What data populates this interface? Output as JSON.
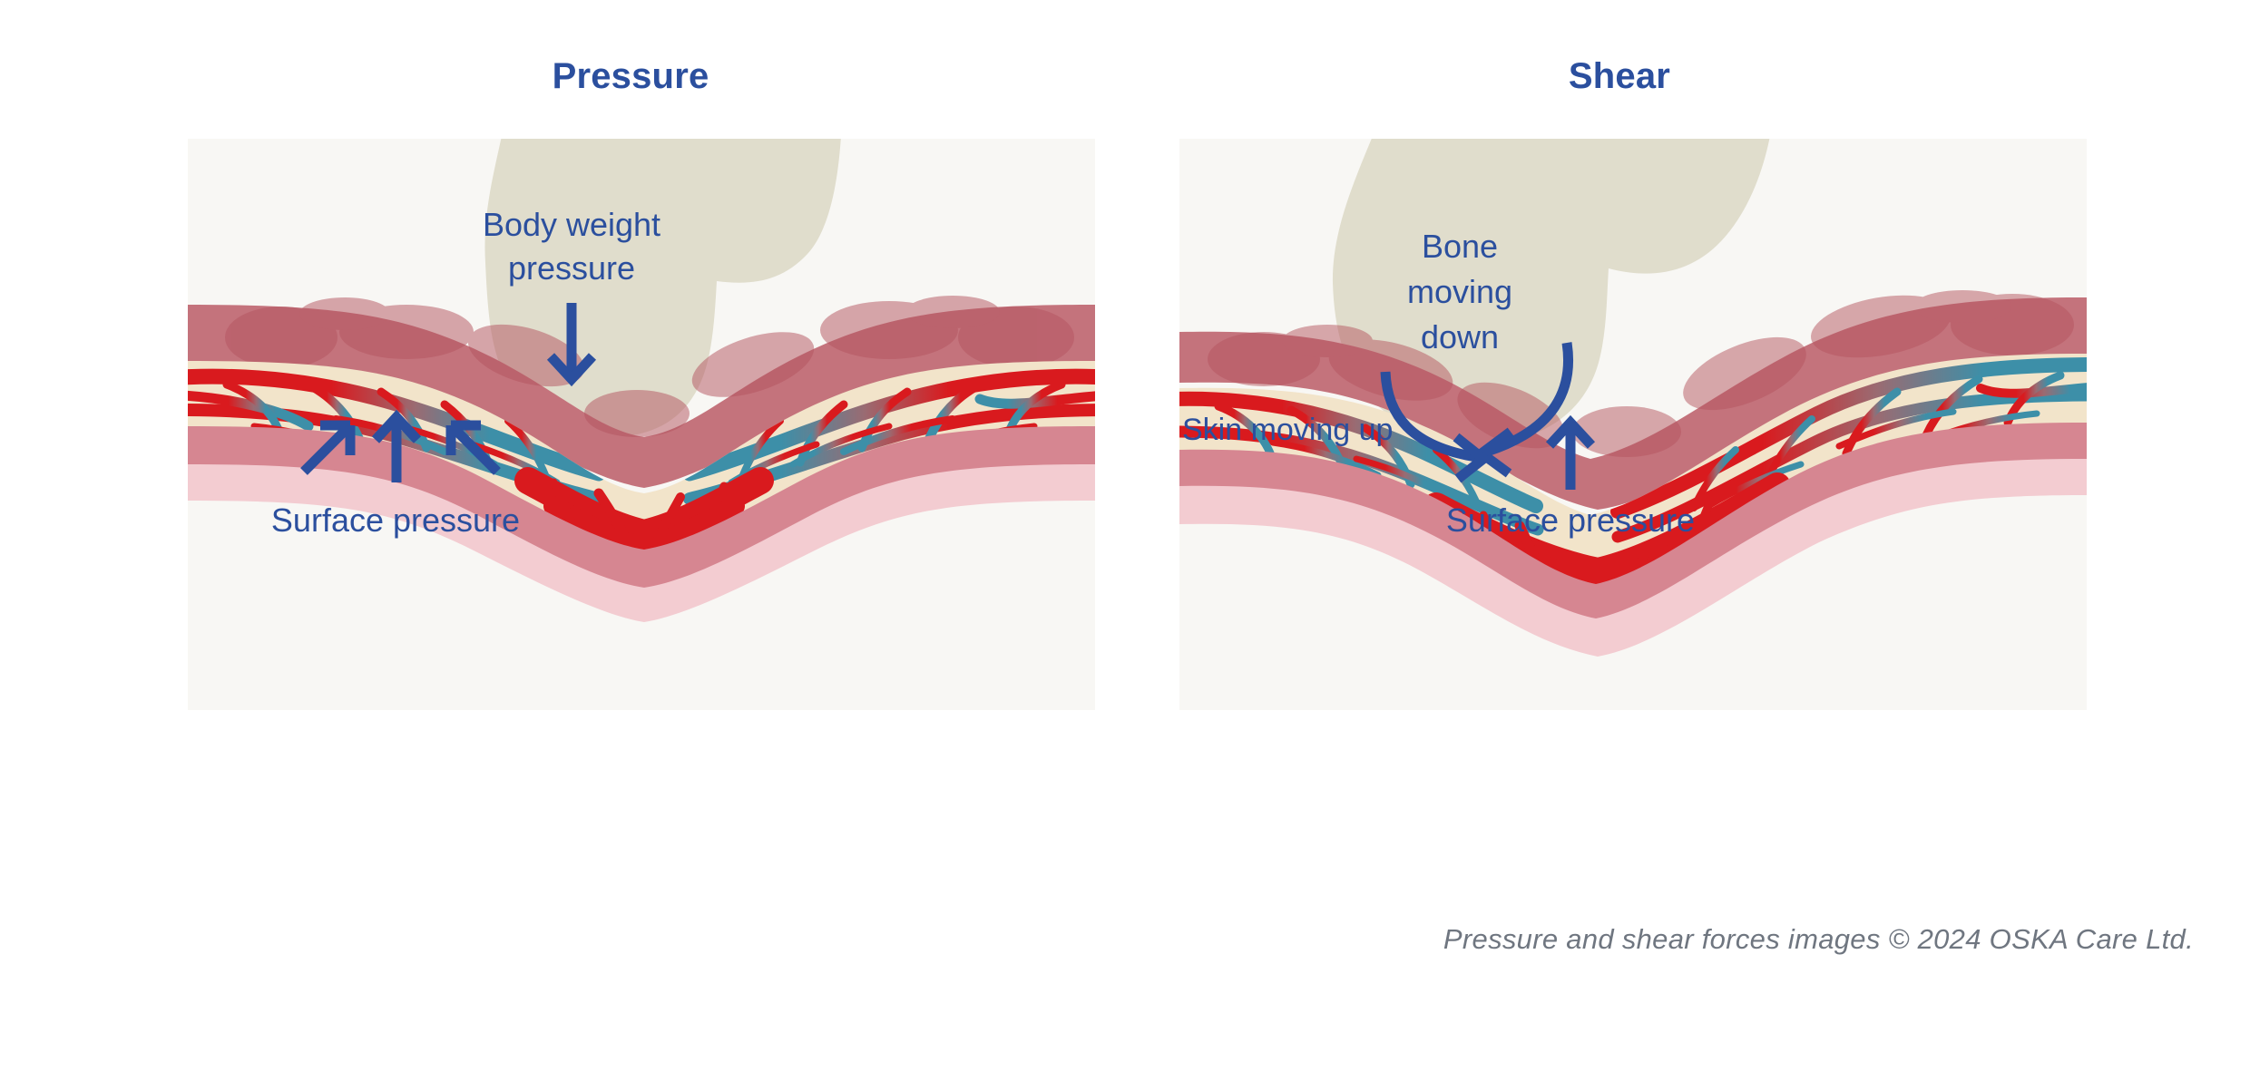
{
  "figure": {
    "caption": "Pressure and shear forces images © 2024 OSKA Care Ltd."
  },
  "panels": [
    {
      "id": "pressure",
      "title": "Pressure",
      "annotations": [
        {
          "name": "body-weight-pressure",
          "lines": [
            "Body weight",
            "pressure"
          ],
          "arrow": "straight-down"
        },
        {
          "name": "surface-pressure",
          "lines": [
            "Surface pressure"
          ],
          "arrow": "three-up"
        }
      ]
    },
    {
      "id": "shear",
      "title": "Shear",
      "annotations": [
        {
          "name": "bone-moving-down",
          "lines": [
            "Bone",
            "moving",
            "down"
          ],
          "arrow": "curved-down-left"
        },
        {
          "name": "skin-moving-up",
          "lines": [
            "Skin moving up"
          ],
          "arrow": "curved-right"
        },
        {
          "name": "surface-pressure",
          "lines": [
            "Surface pressure"
          ],
          "arrow": "single-up"
        }
      ]
    }
  ],
  "legend_layers": [
    {
      "name": "bone",
      "color": "#e0ddcc"
    },
    {
      "name": "muscle",
      "color": "#c4737c"
    },
    {
      "name": "muscle-fibre-blob",
      "color": "#bd636e"
    },
    {
      "name": "fat-capillary-bed",
      "color": "#f2e4ca"
    },
    {
      "name": "artery-red",
      "color": "#d91a1e"
    },
    {
      "name": "vein-teal",
      "color": "#3d8fa8"
    },
    {
      "name": "dermis",
      "color": "#d68691"
    },
    {
      "name": "epidermis",
      "color": "#f3ccd1"
    },
    {
      "name": "panel-background",
      "color": "#f8f7f4"
    }
  ],
  "accent": {
    "annotation_blue": "#2b4f9e",
    "title_blue": "#2b4f9e",
    "caption_gray": "#6f7680"
  }
}
